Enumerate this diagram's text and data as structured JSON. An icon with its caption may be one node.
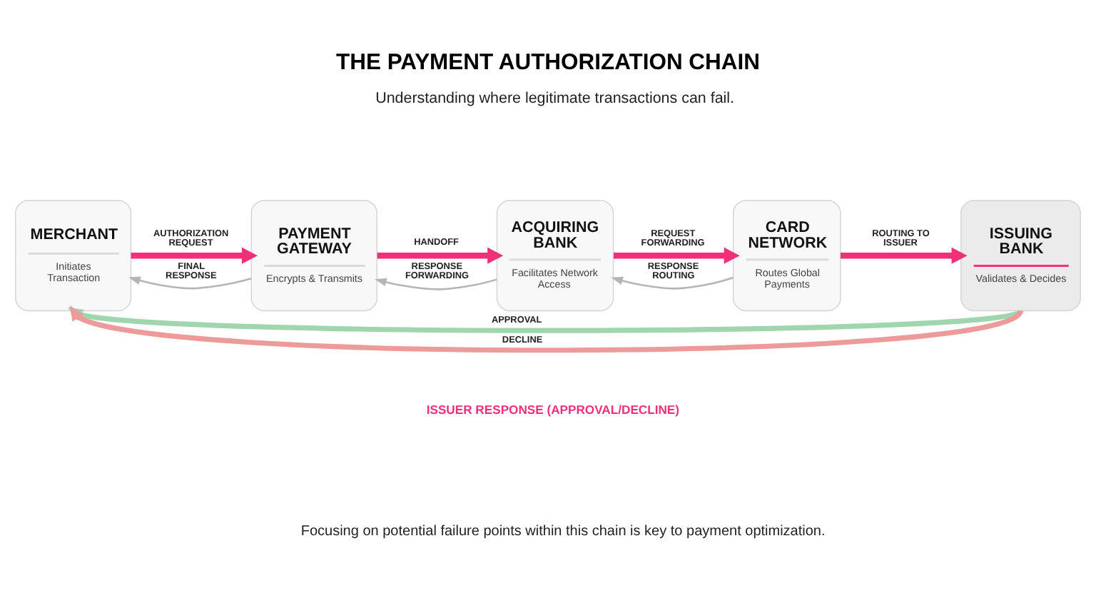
{
  "diagram": {
    "title": "THE PAYMENT AUTHORIZATION CHAIN",
    "caption": "Focusing on potential failure points within this chain is key to payment optimization.",
    "nodes": [
      {
        "text": [
          "MERCHANT",
          "Initiates Transaction"
        ]
      },
      {
        "text": [
          "PAYMENT GATEWAY",
          "Encrypts & Transmits"
        ]
      },
      {
        "text": [
          "ACQUIRING BANK",
          "Facilitates Network Access"
        ]
      },
      {
        "text": [
          "CARD NETWORK",
          "Routes Global Payments"
        ]
      },
      {
        "text": [
          "ISSUING BANK",
          "Validates & Decides"
        ]
      }
    ],
    "edges": [
      {
        "from": 0,
        "to": 1,
        "arrow": "to",
        "label": "AUTHORIZATION REQUEST"
      },
      {
        "from": 1,
        "to": 2,
        "arrow": "to",
        "label": "HANDOFF"
      },
      {
        "from": 2,
        "to": 3,
        "arrow": "to",
        "label": "REQUEST FORWARDING"
      },
      {
        "from": 3,
        "to": 4,
        "arrow": "to",
        "label": "ROUTING TO ISSUER"
      },
      {
        "from": 1,
        "to": 0,
        "arrow": "to",
        "label": "FINAL RESPONSE",
        "color": "#b5b5b5"
      },
      {
        "from": 2,
        "to": 1,
        "arrow": "to",
        "label": "RESPONSE FORWARDING",
        "color": "#b5b5b5"
      },
      {
        "from": 3,
        "to": 2,
        "arrow": "to",
        "label": "RESPONSE ROUTING",
        "color": "#b5b5b5"
      },
      {
        "from": 4,
        "to": 0,
        "arrow": "to",
        "label": "APPROVAL",
        "color": "#9fd6ad"
      },
      {
        "from": 4,
        "to": 0,
        "arrow": "to",
        "label": "DECLINE",
        "color": "#ec9a9a"
      }
    ],
    "labels": [
      "Understanding where legitimate transactions can fail.",
      "ISSUER RESPONSE (APPROVAL/DECLINE)"
    ]
  }
}
